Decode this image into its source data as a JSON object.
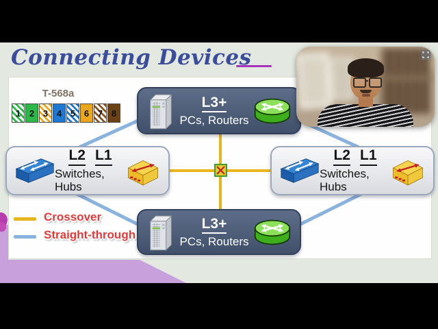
{
  "slide": {
    "title": "Connecting Devices"
  },
  "t568a": {
    "label": "T-568a",
    "pins": [
      {
        "n": "1",
        "style": "stripe",
        "color": "#2eb84a"
      },
      {
        "n": "2",
        "style": "solid",
        "color": "#2eb84a"
      },
      {
        "n": "3",
        "style": "stripe",
        "color": "#eaa61e"
      },
      {
        "n": "4",
        "style": "solid",
        "color": "#1e78d2"
      },
      {
        "n": "5",
        "style": "stripe",
        "color": "#1e78d2"
      },
      {
        "n": "6",
        "style": "solid",
        "color": "#eaa61e"
      },
      {
        "n": "7",
        "style": "stripe",
        "color": "#8a5526"
      },
      {
        "n": "8",
        "style": "solid",
        "color": "#6a4216"
      }
    ]
  },
  "nodes": {
    "top": {
      "tier": "L3+",
      "devices": "PCs, Routers"
    },
    "bottom": {
      "tier": "L3+",
      "devices": "PCs, Routers"
    },
    "left": {
      "tier_l2": "L2",
      "tier_l1": "L1",
      "devices": "Switches, Hubs"
    },
    "right": {
      "tier_l2": "L2",
      "tier_l1": "L1",
      "devices": "Switches, Hubs"
    }
  },
  "legend": {
    "crossover": {
      "label": "Crossover",
      "color": "#e8b51e"
    },
    "straight_through": {
      "label": "Straight-through",
      "color": "#8ab2de"
    }
  },
  "colors": {
    "crossover_line": "#e8b51e",
    "straight_line": "#8ab2de",
    "title": "#3b4c9b"
  }
}
